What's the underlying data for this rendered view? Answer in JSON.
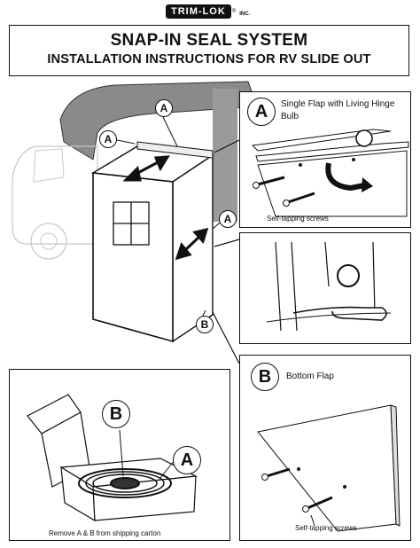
{
  "brand": {
    "name": "TRIM-LOK",
    "registered": "®",
    "suffix": "INC."
  },
  "title": {
    "main": "SNAP-IN SEAL SYSTEM",
    "sub": "INSTALLATION INSTRUCTIONS FOR RV SLIDE OUT"
  },
  "markers": {
    "a": "A",
    "b": "B"
  },
  "panel_a": {
    "label": "A",
    "caption_line1": "Single Flap with Living Hinge",
    "caption_line2": "Bulb",
    "screws_label": "Self-tapping screws"
  },
  "panel_b": {
    "label": "B",
    "caption": "Bottom Flap",
    "screws_label": "Self-tapping screws"
  },
  "carton": {
    "caption": "Remove A & B from shipping carton",
    "label_a": "A",
    "label_b": "B"
  },
  "colors": {
    "ink": "#111111",
    "rv_roof": "#8a8a8a",
    "rv_body_line": "#c8c8c8"
  }
}
